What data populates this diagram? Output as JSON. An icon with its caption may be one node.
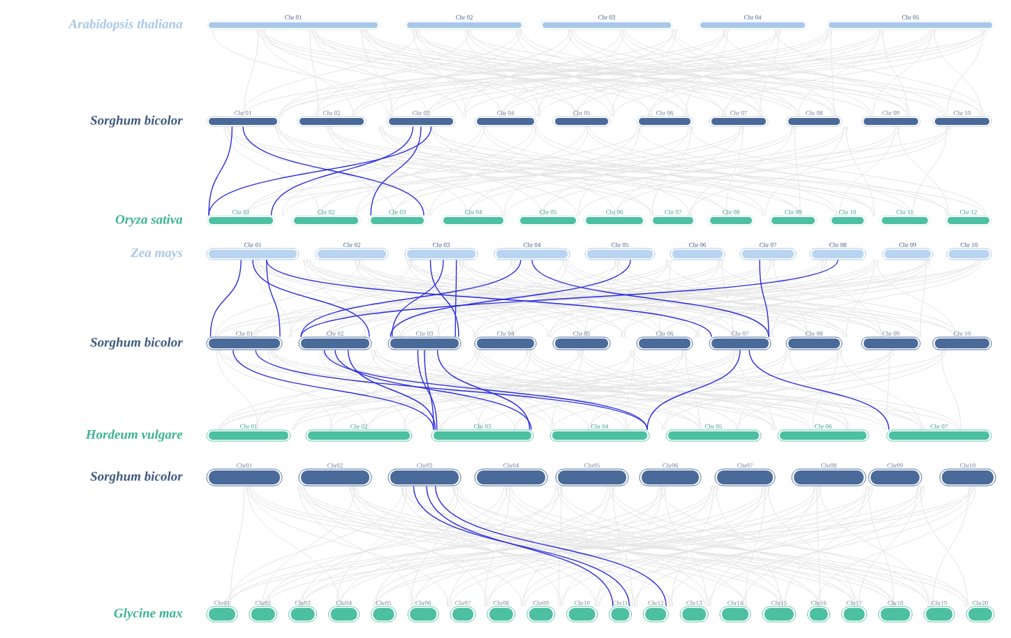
{
  "diagram": {
    "nodes": [
      {
        "text": [
          "Chr 01"
        ]
      },
      {
        "text": [
          "Chr 02"
        ]
      },
      {
        "text": [
          "Chr 03"
        ]
      },
      {
        "text": [
          "Chr 04"
        ]
      },
      {
        "text": [
          "Chr 05"
        ]
      },
      {
        "text": [
          "Chr 01"
        ]
      },
      {
        "text": [
          "Chr 02"
        ]
      },
      {
        "text": [
          "Chr 03"
        ]
      },
      {
        "text": [
          "Chr 04"
        ]
      },
      {
        "text": [
          "Chr 05"
        ]
      },
      {
        "text": [
          "Chr 06"
        ]
      },
      {
        "text": [
          "Chr 07"
        ]
      },
      {
        "text": [
          "Chr 08"
        ]
      },
      {
        "text": [
          "Chr 09"
        ]
      },
      {
        "text": [
          "Chr 10"
        ]
      },
      {
        "text": [
          "Chr 01"
        ]
      },
      {
        "text": [
          "Chr 02"
        ]
      },
      {
        "text": [
          "Chr 03"
        ]
      },
      {
        "text": [
          "Chr 04"
        ]
      },
      {
        "text": [
          "Chr 05"
        ]
      },
      {
        "text": [
          "Chr 06"
        ]
      },
      {
        "text": [
          "Chr 07"
        ]
      },
      {
        "text": [
          "Chr 08"
        ]
      },
      {
        "text": [
          "Chr 09"
        ]
      },
      {
        "text": [
          "Chr 10"
        ]
      },
      {
        "text": [
          "Chr 11"
        ]
      },
      {
        "text": [
          "Chr 12"
        ]
      },
      {
        "text": [
          "Chr 01"
        ]
      },
      {
        "text": [
          "Chr 02"
        ]
      },
      {
        "text": [
          "Chr 03"
        ]
      },
      {
        "text": [
          "Chr 04"
        ]
      },
      {
        "text": [
          "Chr 05"
        ]
      },
      {
        "text": [
          "Chr 06"
        ]
      },
      {
        "text": [
          "Chr 07"
        ]
      },
      {
        "text": [
          "Chr 08"
        ]
      },
      {
        "text": [
          "Chr 09"
        ]
      },
      {
        "text": [
          "Chr 10"
        ]
      },
      {
        "text": [
          "Chr 01"
        ]
      },
      {
        "text": [
          "Chr 02"
        ]
      },
      {
        "text": [
          "Chr 03"
        ]
      },
      {
        "text": [
          "Chr 04"
        ]
      },
      {
        "text": [
          "Chr 05"
        ]
      },
      {
        "text": [
          "Chr 06"
        ]
      },
      {
        "text": [
          "Chr 07"
        ]
      },
      {
        "text": [
          "Chr 08"
        ]
      },
      {
        "text": [
          "Chr 09"
        ]
      },
      {
        "text": [
          "Chr 10"
        ]
      },
      {
        "text": [
          "Chr 01"
        ]
      },
      {
        "text": [
          "Chr 02"
        ]
      },
      {
        "text": [
          "Chr 03"
        ]
      },
      {
        "text": [
          "Chr 04"
        ]
      },
      {
        "text": [
          "Chr 05"
        ]
      },
      {
        "text": [
          "Chr 06"
        ]
      },
      {
        "text": [
          "Chr 07"
        ]
      },
      {
        "text": [
          "Chr01"
        ]
      },
      {
        "text": [
          "Chr02"
        ]
      },
      {
        "text": [
          "Chr03"
        ]
      },
      {
        "text": [
          "Chr04"
        ]
      },
      {
        "text": [
          "Chr05"
        ]
      },
      {
        "text": [
          "Chr06"
        ]
      },
      {
        "text": [
          "Chr07"
        ]
      },
      {
        "text": [
          "Chr08"
        ]
      },
      {
        "text": [
          "Chr09"
        ]
      },
      {
        "text": [
          "Chr10"
        ]
      },
      {
        "text": [
          "Chr01"
        ]
      },
      {
        "text": [
          "Chr02"
        ]
      },
      {
        "text": [
          "Chr03"
        ]
      },
      {
        "text": [
          "Chr04"
        ]
      },
      {
        "text": [
          "Chr05"
        ]
      },
      {
        "text": [
          "Chr06"
        ]
      },
      {
        "text": [
          "Chr07"
        ]
      },
      {
        "text": [
          "Chr08"
        ]
      },
      {
        "text": [
          "Chr09"
        ]
      },
      {
        "text": [
          "Chr10"
        ]
      },
      {
        "text": [
          "Chr11"
        ]
      },
      {
        "text": [
          "Chr12"
        ]
      },
      {
        "text": [
          "Chr13"
        ]
      },
      {
        "text": [
          "Chr14"
        ]
      },
      {
        "text": [
          "Chr15"
        ]
      },
      {
        "text": [
          "Chr16"
        ]
      },
      {
        "text": [
          "Chr17"
        ]
      },
      {
        "text": [
          "Chr18"
        ]
      },
      {
        "text": [
          "Chr19"
        ]
      },
      {
        "text": [
          "Chr20"
        ]
      }
    ],
    "edges": [
      {
        "from": 5,
        "to": 15,
        "arrow": "none"
      },
      {
        "from": 5,
        "to": 17,
        "arrow": "none"
      },
      {
        "from": 7,
        "to": 15,
        "arrow": "none"
      },
      {
        "from": 7,
        "to": 15,
        "arrow": "none"
      },
      {
        "from": 7,
        "to": 17,
        "arrow": "none"
      },
      {
        "from": 27,
        "to": 37,
        "arrow": "none"
      },
      {
        "from": 27,
        "to": 37,
        "arrow": "none"
      },
      {
        "from": 27,
        "to": 38,
        "arrow": "none"
      },
      {
        "from": 27,
        "to": 43,
        "arrow": "none"
      },
      {
        "from": 29,
        "to": 39,
        "arrow": "none"
      },
      {
        "from": 29,
        "to": 39,
        "arrow": "none"
      },
      {
        "from": 29,
        "to": 39,
        "arrow": "none"
      },
      {
        "from": 30,
        "to": 38,
        "arrow": "none"
      },
      {
        "from": 30,
        "to": 43,
        "arrow": "none"
      },
      {
        "from": 31,
        "to": 39,
        "arrow": "none"
      },
      {
        "from": 33,
        "to": 43,
        "arrow": "none"
      },
      {
        "from": 34,
        "to": 38,
        "arrow": "none"
      },
      {
        "from": 37,
        "to": 50,
        "arrow": "none"
      },
      {
        "from": 37,
        "to": 49,
        "arrow": "none"
      },
      {
        "from": 38,
        "to": 49,
        "arrow": "none"
      },
      {
        "from": 38,
        "to": 49,
        "arrow": "none"
      },
      {
        "from": 38,
        "to": 50,
        "arrow": "none"
      },
      {
        "from": 39,
        "to": 49,
        "arrow": "none"
      },
      {
        "from": 39,
        "to": 49,
        "arrow": "none"
      },
      {
        "from": 39,
        "to": 49,
        "arrow": "none"
      },
      {
        "from": 43,
        "to": 50,
        "arrow": "none"
      },
      {
        "from": 43,
        "to": 53,
        "arrow": "none"
      },
      {
        "from": 56,
        "to": 74,
        "arrow": "none"
      },
      {
        "from": 56,
        "to": 74,
        "arrow": "none"
      },
      {
        "from": 56,
        "to": 75,
        "arrow": "none"
      }
    ],
    "labels": [
      "Arabidopsis thaliana",
      "Sorghum bicolor",
      "Oryza sativa",
      "Zea mays",
      "Sorghum bicolor",
      "Hordeum vulgare",
      "Sorghum bicolor",
      "Glycine max"
    ]
  }
}
